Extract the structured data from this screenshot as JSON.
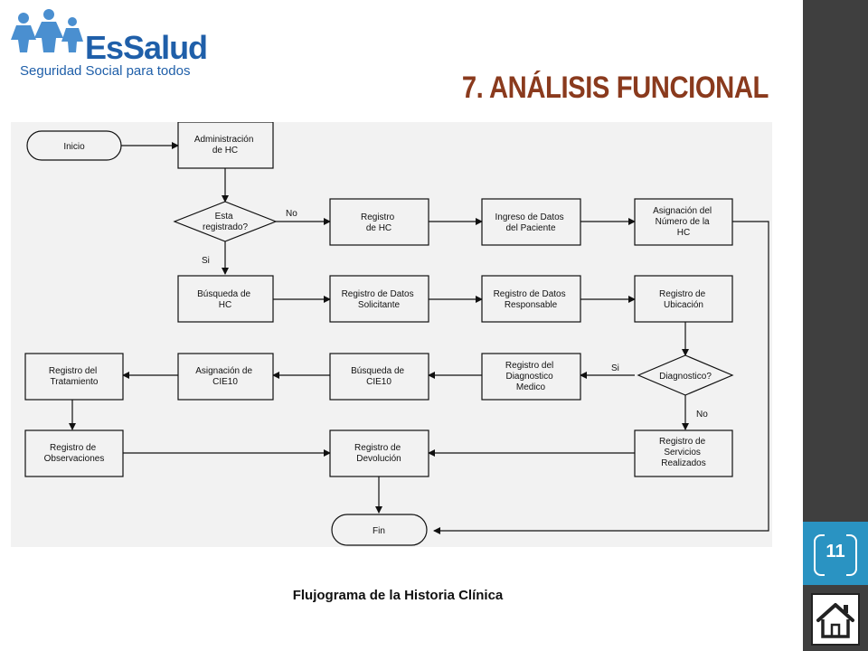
{
  "logo": {
    "name": "EsSalud",
    "tagline": "Seguridad Social para todos"
  },
  "title": "7. ANÁLISIS FUNCIONAL",
  "caption": "Flujograma de la Historia Clínica",
  "page_number": "11",
  "colors": {
    "title": "#8a3a1d",
    "logo": "#1f5fa9",
    "sidebar": "#3f3f3f",
    "page_tab": "#2a93c2"
  },
  "icons": {
    "home": "home-icon"
  },
  "flowchart": {
    "nodes": {
      "inicio": [
        "Inicio"
      ],
      "administracion": [
        "Administración",
        "de HC"
      ],
      "esta_registrado": [
        "Esta",
        "registrado?"
      ],
      "registro_hc": [
        "Registro",
        "de HC"
      ],
      "ingreso_datos": [
        "Ingreso de Datos",
        "del Paciente"
      ],
      "asignacion_numero": [
        "Asignación del",
        "Número de la",
        "HC"
      ],
      "busqueda_hc": [
        "Búsqueda de",
        "HC"
      ],
      "registro_solicitante": [
        "Registro de Datos",
        "Solicitante"
      ],
      "registro_responsable": [
        "Registro de Datos",
        "Responsable"
      ],
      "registro_ubicacion": [
        "Registro de",
        "Ubicación"
      ],
      "diagnostico": [
        "Diagnostico?"
      ],
      "registro_diagnostico": [
        "Registro del",
        "Diagnostico",
        "Medico"
      ],
      "busqueda_cie10": [
        "Búsqueda de",
        "CIE10"
      ],
      "asignacion_cie10": [
        "Asignación de",
        "CIE10"
      ],
      "registro_tratamiento": [
        "Registro del",
        "Tratamiento"
      ],
      "registro_observaciones": [
        "Registro de",
        "Observaciones"
      ],
      "registro_devolucion": [
        "Registro de",
        "Devolución"
      ],
      "registro_servicios": [
        "Registro de",
        "Servicios",
        "Realizados"
      ],
      "fin": [
        "Fin"
      ]
    },
    "edge_labels": {
      "no_registrado": "No",
      "si_registrado": "Si",
      "si_diagnostico": "Si",
      "no_diagnostico": "No"
    }
  }
}
